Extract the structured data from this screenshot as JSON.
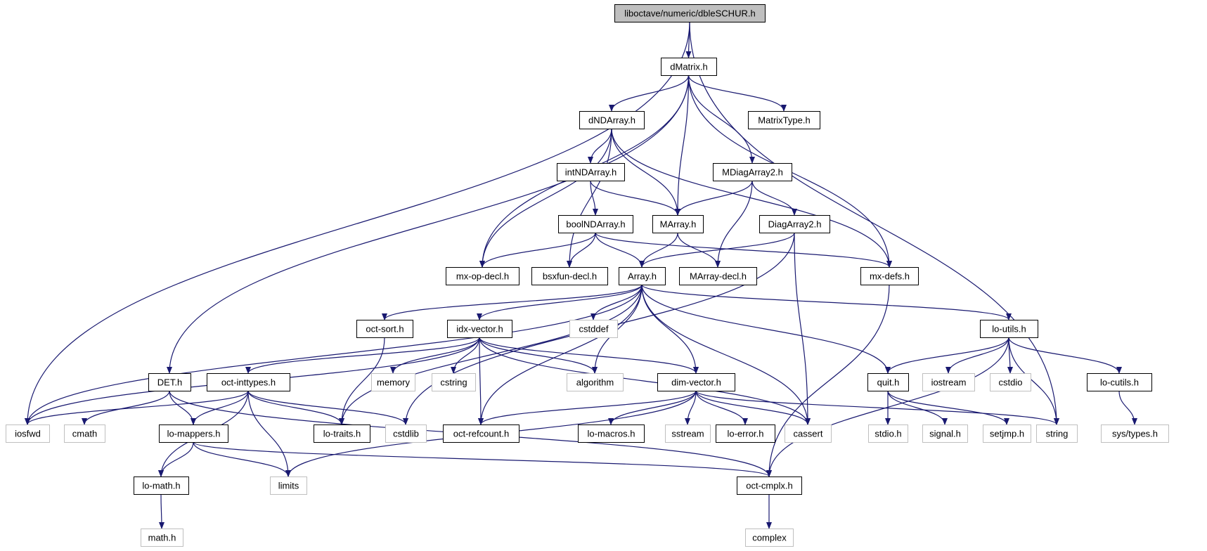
{
  "diagram": {
    "edge_color": "#191970",
    "nodes": [
      {
        "id": "dbleSCHUR",
        "label": "liboctave/numeric/dbleSCHUR.h",
        "style": "current"
      },
      {
        "id": "dMatrix",
        "label": "dMatrix.h",
        "style": "normal"
      },
      {
        "id": "dNDArray",
        "label": "dNDArray.h",
        "style": "normal"
      },
      {
        "id": "MatrixType",
        "label": "MatrixType.h",
        "style": "normal"
      },
      {
        "id": "intNDArray",
        "label": "intNDArray.h",
        "style": "normal"
      },
      {
        "id": "MDiagArray2",
        "label": "MDiagArray2.h",
        "style": "normal"
      },
      {
        "id": "boolNDArray",
        "label": "boolNDArray.h",
        "style": "normal"
      },
      {
        "id": "MArray",
        "label": "MArray.h",
        "style": "normal"
      },
      {
        "id": "DiagArray2",
        "label": "DiagArray2.h",
        "style": "normal"
      },
      {
        "id": "mxopdecl",
        "label": "mx-op-decl.h",
        "style": "normal"
      },
      {
        "id": "bsxfundecl",
        "label": "bsxfun-decl.h",
        "style": "normal"
      },
      {
        "id": "Array",
        "label": "Array.h",
        "style": "normal"
      },
      {
        "id": "MArraydecl",
        "label": "MArray-decl.h",
        "style": "normal"
      },
      {
        "id": "mxdefs",
        "label": "mx-defs.h",
        "style": "normal"
      },
      {
        "id": "octsort",
        "label": "oct-sort.h",
        "style": "normal"
      },
      {
        "id": "idxvector",
        "label": "idx-vector.h",
        "style": "normal"
      },
      {
        "id": "cstddef",
        "label": "cstddef",
        "style": "system"
      },
      {
        "id": "loutils",
        "label": "lo-utils.h",
        "style": "normal"
      },
      {
        "id": "DET",
        "label": "DET.h",
        "style": "normal"
      },
      {
        "id": "octinttypes",
        "label": "oct-inttypes.h",
        "style": "normal"
      },
      {
        "id": "memory",
        "label": "memory",
        "style": "system"
      },
      {
        "id": "cstring",
        "label": "cstring",
        "style": "system"
      },
      {
        "id": "algorithm",
        "label": "algorithm",
        "style": "system"
      },
      {
        "id": "dimvector",
        "label": "dim-vector.h",
        "style": "normal"
      },
      {
        "id": "quit",
        "label": "quit.h",
        "style": "normal"
      },
      {
        "id": "iostream",
        "label": "iostream",
        "style": "system"
      },
      {
        "id": "cstdio",
        "label": "cstdio",
        "style": "system"
      },
      {
        "id": "locutils",
        "label": "lo-cutils.h",
        "style": "normal"
      },
      {
        "id": "iosfwd",
        "label": "iosfwd",
        "style": "system"
      },
      {
        "id": "cmath",
        "label": "cmath",
        "style": "system"
      },
      {
        "id": "lomappers",
        "label": "lo-mappers.h",
        "style": "normal"
      },
      {
        "id": "lotraits",
        "label": "lo-traits.h",
        "style": "normal"
      },
      {
        "id": "cstdlib",
        "label": "cstdlib",
        "style": "system"
      },
      {
        "id": "octrefcount",
        "label": "oct-refcount.h",
        "style": "normal"
      },
      {
        "id": "lomacros",
        "label": "lo-macros.h",
        "style": "normal"
      },
      {
        "id": "sstream",
        "label": "sstream",
        "style": "system"
      },
      {
        "id": "loerror",
        "label": "lo-error.h",
        "style": "normal"
      },
      {
        "id": "cassert",
        "label": "cassert",
        "style": "system"
      },
      {
        "id": "stdioh",
        "label": "stdio.h",
        "style": "system"
      },
      {
        "id": "signalh",
        "label": "signal.h",
        "style": "system"
      },
      {
        "id": "setjmph",
        "label": "setjmp.h",
        "style": "system"
      },
      {
        "id": "string",
        "label": "string",
        "style": "system"
      },
      {
        "id": "systypes",
        "label": "sys/types.h",
        "style": "system"
      },
      {
        "id": "lomath",
        "label": "lo-math.h",
        "style": "normal"
      },
      {
        "id": "limits",
        "label": "limits",
        "style": "system"
      },
      {
        "id": "octcmplx",
        "label": "oct-cmplx.h",
        "style": "normal"
      },
      {
        "id": "mathh",
        "label": "math.h",
        "style": "system"
      },
      {
        "id": "complex",
        "label": "complex",
        "style": "system"
      }
    ],
    "edges": [
      [
        "dbleSCHUR",
        "dMatrix"
      ],
      [
        "dbleSCHUR",
        "iosfwd"
      ],
      [
        "dbleSCHUR",
        "string"
      ],
      [
        "dMatrix",
        "dNDArray"
      ],
      [
        "dMatrix",
        "MatrixType"
      ],
      [
        "dMatrix",
        "MArray"
      ],
      [
        "dMatrix",
        "MDiagArray2"
      ],
      [
        "dMatrix",
        "mxopdecl"
      ],
      [
        "dMatrix",
        "mxdefs"
      ],
      [
        "dMatrix",
        "DET"
      ],
      [
        "dNDArray",
        "intNDArray"
      ],
      [
        "dNDArray",
        "MArray"
      ],
      [
        "dNDArray",
        "mxopdecl"
      ],
      [
        "dNDArray",
        "bsxfundecl"
      ],
      [
        "dNDArray",
        "mxdefs"
      ],
      [
        "intNDArray",
        "boolNDArray"
      ],
      [
        "intNDArray",
        "MArray"
      ],
      [
        "MDiagArray2",
        "MArray"
      ],
      [
        "MDiagArray2",
        "DiagArray2"
      ],
      [
        "MDiagArray2",
        "MArraydecl"
      ],
      [
        "boolNDArray",
        "mxopdecl"
      ],
      [
        "boolNDArray",
        "bsxfundecl"
      ],
      [
        "boolNDArray",
        "Array"
      ],
      [
        "boolNDArray",
        "mxdefs"
      ],
      [
        "MArray",
        "Array"
      ],
      [
        "MArray",
        "MArraydecl"
      ],
      [
        "DiagArray2",
        "Array"
      ],
      [
        "DiagArray2",
        "cassert"
      ],
      [
        "DiagArray2",
        "cstdlib"
      ],
      [
        "mxdefs",
        "octcmplx"
      ],
      [
        "Array",
        "octsort"
      ],
      [
        "Array",
        "idxvector"
      ],
      [
        "Array",
        "cstddef"
      ],
      [
        "Array",
        "loutils"
      ],
      [
        "Array",
        "iosfwd"
      ],
      [
        "Array",
        "lotraits"
      ],
      [
        "Array",
        "algorithm"
      ],
      [
        "Array",
        "octrefcount"
      ],
      [
        "Array",
        "dimvector"
      ],
      [
        "Array",
        "cassert"
      ],
      [
        "Array",
        "quit"
      ],
      [
        "octsort",
        "lotraits"
      ],
      [
        "idxvector",
        "octinttypes"
      ],
      [
        "idxvector",
        "memory"
      ],
      [
        "idxvector",
        "cstring"
      ],
      [
        "idxvector",
        "algorithm"
      ],
      [
        "idxvector",
        "dimvector"
      ],
      [
        "idxvector",
        "octrefcount"
      ],
      [
        "idxvector",
        "iosfwd"
      ],
      [
        "idxvector",
        "cassert"
      ],
      [
        "loutils",
        "quit"
      ],
      [
        "loutils",
        "iostream"
      ],
      [
        "loutils",
        "cstdio"
      ],
      [
        "loutils",
        "locutils"
      ],
      [
        "loutils",
        "string"
      ],
      [
        "loutils",
        "octcmplx"
      ],
      [
        "DET",
        "cmath"
      ],
      [
        "DET",
        "lomappers"
      ],
      [
        "DET",
        "octcmplx"
      ],
      [
        "octinttypes",
        "iosfwd"
      ],
      [
        "octinttypes",
        "lomappers"
      ],
      [
        "octinttypes",
        "lotraits"
      ],
      [
        "octinttypes",
        "cstdlib"
      ],
      [
        "octinttypes",
        "limits"
      ],
      [
        "octinttypes",
        "lomath"
      ],
      [
        "dimvector",
        "octrefcount"
      ],
      [
        "dimvector",
        "lomacros"
      ],
      [
        "dimvector",
        "sstream"
      ],
      [
        "dimvector",
        "loerror"
      ],
      [
        "dimvector",
        "cassert"
      ],
      [
        "dimvector",
        "string"
      ],
      [
        "dimvector",
        "limits"
      ],
      [
        "quit",
        "stdioh"
      ],
      [
        "quit",
        "signalh"
      ],
      [
        "quit",
        "setjmph"
      ],
      [
        "locutils",
        "systypes"
      ],
      [
        "lomappers",
        "lomath"
      ],
      [
        "lomappers",
        "limits"
      ],
      [
        "lomappers",
        "octcmplx"
      ],
      [
        "lomath",
        "mathh"
      ],
      [
        "octcmplx",
        "complex"
      ]
    ]
  }
}
